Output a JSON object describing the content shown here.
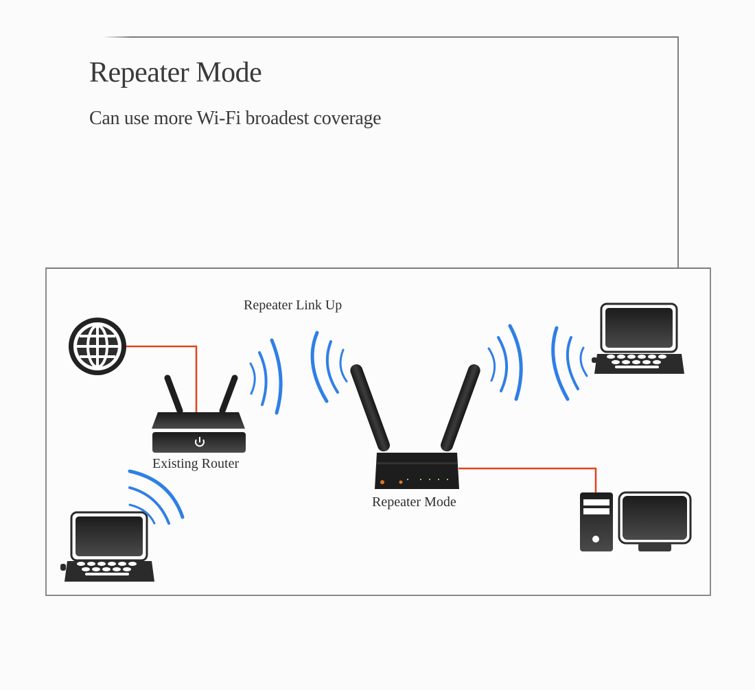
{
  "header": {
    "title": "Repeater Mode",
    "subtitle": "Can use more Wi-Fi broadest coverage"
  },
  "diagram": {
    "labels": {
      "repeater_link": "Repeater Link Up",
      "existing_router": "Existing Router",
      "repeater_mode": "Repeater Mode"
    },
    "nodes": [
      {
        "id": "internet",
        "icon": "globe-icon"
      },
      {
        "id": "existing-router",
        "icon": "router-icon",
        "label": "Existing Router"
      },
      {
        "id": "repeater",
        "icon": "repeater-router-icon",
        "label": "Repeater Mode"
      },
      {
        "id": "laptop-right",
        "icon": "laptop-icon"
      },
      {
        "id": "laptop-left",
        "icon": "laptop-icon"
      },
      {
        "id": "desktop",
        "icon": "desktop-computer-icon"
      }
    ],
    "links": [
      {
        "from": "internet",
        "to": "existing-router",
        "type": "wired"
      },
      {
        "from": "existing-router",
        "to": "repeater",
        "type": "wireless"
      },
      {
        "from": "repeater",
        "to": "laptop-right",
        "type": "wireless"
      },
      {
        "from": "existing-router",
        "to": "laptop-left",
        "type": "wireless"
      },
      {
        "from": "repeater",
        "to": "desktop",
        "type": "wired"
      }
    ],
    "colors": {
      "wire": "#e8401c",
      "wifi": "#2f7fe6",
      "device": "#2b2b2b"
    }
  }
}
